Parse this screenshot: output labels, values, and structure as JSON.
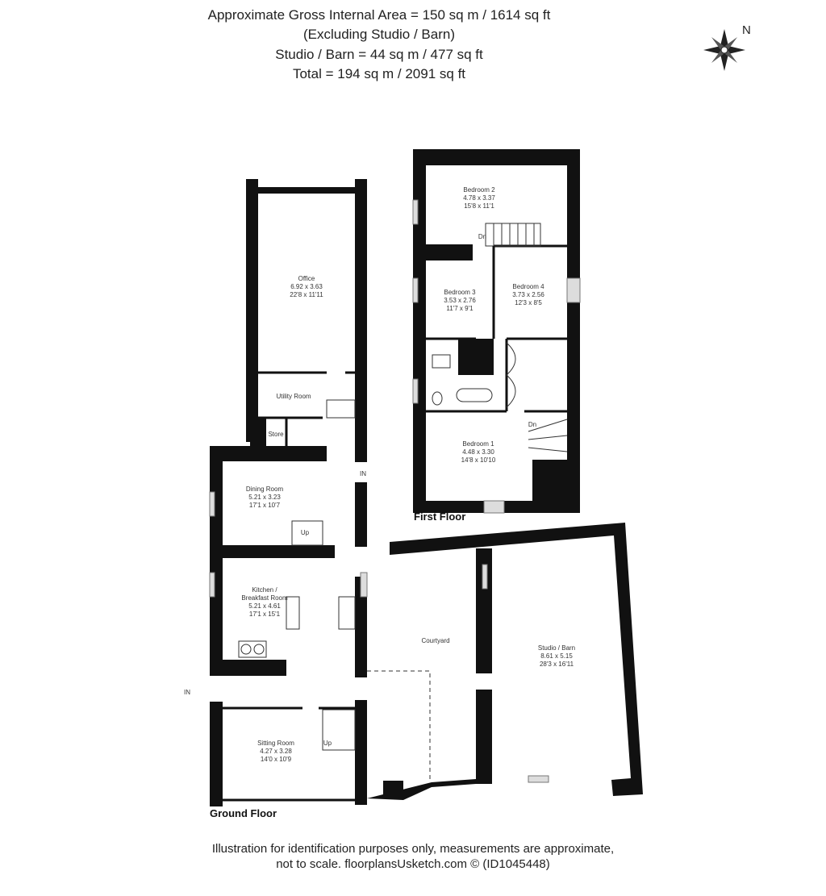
{
  "header": {
    "line1": "Approximate Gross Internal Area = 150 sq m / 1614 sq ft",
    "line2": "(Excluding Studio / Barn)",
    "line3": "Studio / Barn = 44 sq m / 477 sq ft",
    "line4": "Total = 194 sq m / 2091 sq ft"
  },
  "compass": {
    "label": "N"
  },
  "floors": {
    "first": "First Floor",
    "ground": "Ground Floor"
  },
  "rooms": {
    "bedroom2": {
      "name": "Bedroom 2",
      "metric": "4.78 x 3.37",
      "imperial": "15'8 x 11'1"
    },
    "bedroom3": {
      "name": "Bedroom 3",
      "metric": "3.53 x 2.76",
      "imperial": "11'7 x 9'1"
    },
    "bedroom4": {
      "name": "Bedroom 4",
      "metric": "3.73 x 2.56",
      "imperial": "12'3 x 8'5"
    },
    "bedroom1": {
      "name": "Bedroom 1",
      "metric": "4.48 x 3.30",
      "imperial": "14'8 x 10'10"
    },
    "office": {
      "name": "Office",
      "metric": "6.92 x 3.63",
      "imperial": "22'8 x 11'11"
    },
    "utility": {
      "name": "Utility Room"
    },
    "store": {
      "name": "Store"
    },
    "dining": {
      "name": "Dining Room",
      "metric": "5.21 x 3.23",
      "imperial": "17'1 x 10'7"
    },
    "kitchen": {
      "name1": "Kitchen /",
      "name2": "Breakfast Room",
      "metric": "5.21 x 4.61",
      "imperial": "17'1 x 15'1"
    },
    "sitting": {
      "name": "Sitting Room",
      "metric": "4.27 x 3.28",
      "imperial": "14'0 x 10'9"
    },
    "courtyard": {
      "name": "Courtyard"
    },
    "studio": {
      "name": "Studio / Barn",
      "metric": "8.61 x 5.15",
      "imperial": "28'3 x 16'11"
    }
  },
  "markers": {
    "in": "IN",
    "up": "Up",
    "dn": "Dn"
  },
  "footer": {
    "line1": "Illustration for identification purposes only, measurements are approximate,",
    "line2": "not to scale. floorplansUsketch.com © (ID1045448)"
  }
}
